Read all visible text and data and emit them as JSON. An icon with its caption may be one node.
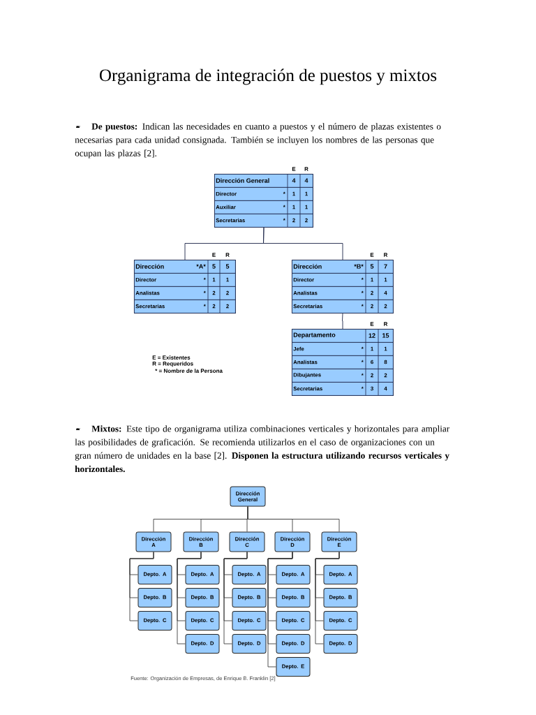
{
  "diagram": {
    "title": "Organigrama de integración de puestos y mixtos",
    "nodes": [
      {
        "text": [
          "E",
          "R"
        ]
      },
      {
        "text": [
          "Dirección General",
          "4",
          "4"
        ],
        "in": 0
      },
      {
        "text": [
          "Director",
          "*",
          "1",
          "1"
        ],
        "in": 0
      },
      {
        "text": [
          "Auxiliar",
          "*",
          "1",
          "1"
        ],
        "in": 0
      },
      {
        "text": [
          "Secretarias",
          "*",
          "2",
          "2"
        ],
        "in": 0
      },
      {
        "text": [
          "E",
          "R"
        ]
      },
      {
        "text": [
          "Dirección",
          "*A*",
          "5",
          "5"
        ],
        "in": 5
      },
      {
        "text": [
          "Director",
          "*",
          "1",
          "1"
        ],
        "in": 5
      },
      {
        "text": [
          "Analistas",
          "*",
          "2",
          "2"
        ],
        "in": 5
      },
      {
        "text": [
          "Secretarias",
          "*",
          "2",
          "2"
        ],
        "in": 5
      },
      {
        "text": [
          "E",
          "R"
        ]
      },
      {
        "text": [
          "Dirección",
          "*B*",
          "5",
          "7"
        ],
        "in": 10
      },
      {
        "text": [
          "Director",
          "*",
          "1",
          "1"
        ],
        "in": 10
      },
      {
        "text": [
          "Analistas",
          "*",
          "2",
          "4"
        ],
        "in": 10
      },
      {
        "text": [
          "Secretarias",
          "*",
          "2",
          "2"
        ],
        "in": 10
      },
      {
        "text": [
          "E",
          "R"
        ]
      },
      {
        "text": [
          "Departamento",
          "12",
          "15"
        ],
        "in": 15
      },
      {
        "text": [
          "Jefe",
          "*",
          "1",
          "1"
        ],
        "in": 15
      },
      {
        "text": [
          "Analistas",
          "*",
          "6",
          "8"
        ],
        "in": 15
      },
      {
        "text": [
          "Dibujantes",
          "*",
          "2",
          "2"
        ],
        "in": 15
      },
      {
        "text": [
          "Secretarias",
          "*",
          "3",
          "4"
        ],
        "in": 15
      },
      {
        "text": [
          "Dirección General"
        ]
      },
      {
        "text": [
          "Dirección A"
        ]
      },
      {
        "text": [
          "Depto. A"
        ]
      },
      {
        "text": [
          "Depto. B"
        ]
      },
      {
        "text": [
          "Depto. C"
        ]
      },
      {
        "text": [
          "Dirección B"
        ]
      },
      {
        "text": [
          "Depto. A"
        ]
      },
      {
        "text": [
          "Depto. B"
        ]
      },
      {
        "text": [
          "Depto. C"
        ]
      },
      {
        "text": [
          "Depto. D"
        ]
      },
      {
        "text": [
          "Dirección C"
        ]
      },
      {
        "text": [
          "Depto. A"
        ]
      },
      {
        "text": [
          "Depto. B"
        ]
      },
      {
        "text": [
          "Depto. C"
        ]
      },
      {
        "text": [
          "Depto. D"
        ]
      },
      {
        "text": [
          "Dirección D"
        ]
      },
      {
        "text": [
          "Depto. A"
        ]
      },
      {
        "text": [
          "Depto. B"
        ]
      },
      {
        "text": [
          "Depto. C"
        ]
      },
      {
        "text": [
          "Depto. D"
        ]
      },
      {
        "text": [
          "Depto. E"
        ]
      },
      {
        "text": [
          "Dirección E"
        ]
      },
      {
        "text": [
          "Depto. A"
        ]
      },
      {
        "text": [
          "Depto. B"
        ]
      },
      {
        "text": [
          "Depto. C"
        ]
      },
      {
        "text": [
          "Depto. D"
        ]
      }
    ],
    "edges": [
      {
        "from": 0,
        "to": 5,
        "arrow": "none"
      },
      {
        "from": 0,
        "to": 10,
        "arrow": "none"
      },
      {
        "from": 10,
        "to": 15,
        "arrow": "none"
      },
      {
        "from": 21,
        "to": 22,
        "arrow": "none"
      },
      {
        "from": 21,
        "to": 26,
        "arrow": "none"
      },
      {
        "from": 21,
        "to": 31,
        "arrow": "none"
      },
      {
        "from": 21,
        "to": 36,
        "arrow": "none"
      },
      {
        "from": 21,
        "to": 42,
        "arrow": "none"
      },
      {
        "from": 22,
        "to": 23,
        "arrow": "none"
      },
      {
        "from": 22,
        "to": 24,
        "arrow": "none"
      },
      {
        "from": 22,
        "to": 25,
        "arrow": "none"
      },
      {
        "from": 26,
        "to": 27,
        "arrow": "none"
      },
      {
        "from": 26,
        "to": 28,
        "arrow": "none"
      },
      {
        "from": 26,
        "to": 29,
        "arrow": "none"
      },
      {
        "from": 26,
        "to": 30,
        "arrow": "none"
      },
      {
        "from": 31,
        "to": 32,
        "arrow": "none"
      },
      {
        "from": 31,
        "to": 33,
        "arrow": "none"
      },
      {
        "from": 31,
        "to": 34,
        "arrow": "none"
      },
      {
        "from": 31,
        "to": 35,
        "arrow": "none"
      },
      {
        "from": 36,
        "to": 37,
        "arrow": "none"
      },
      {
        "from": 36,
        "to": 38,
        "arrow": "none"
      },
      {
        "from": 36,
        "to": 39,
        "arrow": "none"
      },
      {
        "from": 36,
        "to": 40,
        "arrow": "none"
      },
      {
        "from": 36,
        "to": 41,
        "arrow": "none"
      },
      {
        "from": 42,
        "to": 43,
        "arrow": "none"
      },
      {
        "from": 42,
        "to": 44,
        "arrow": "none"
      },
      {
        "from": 42,
        "to": 45,
        "arrow": "none"
      },
      {
        "from": 42,
        "to": 46,
        "arrow": "none"
      }
    ],
    "labels": [
      "**De puestos:** Indican las necesidades en cuanto a puestos y el número de plazas existentes o necesarias para cada unidad consignada. También se incluyen los nombres de las personas que ocupan las plazas [2].",
      "E = Existentes",
      "R = Requeridos",
      "* = Nombre de la Persona",
      "**Mixtos:** Este tipo de organigrama utiliza combinaciones verticales y horizontales para ampliar las posibilidades de graficación. Se recomienda utilizarlos en el caso de organizaciones con un gran número de unidades en la base [2]. **Disponen la estructura utilizando recursos verticales y horizontales.**",
      "Fuente: Organización de Empresas, de Enrique B. Franklin [2]"
    ]
  }
}
